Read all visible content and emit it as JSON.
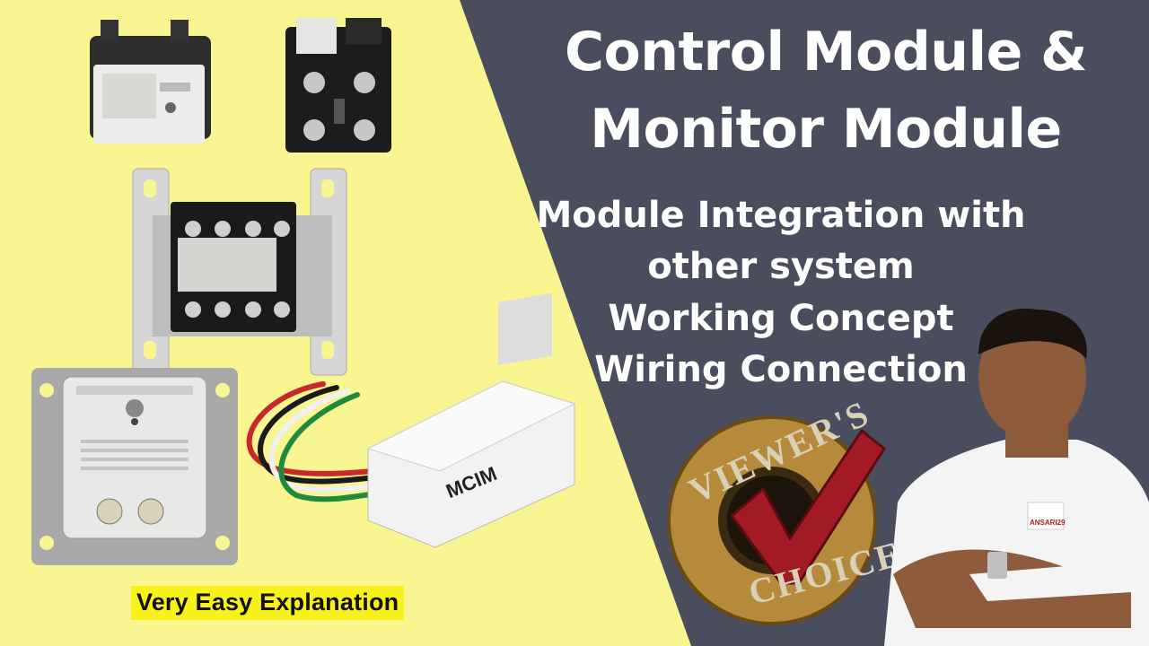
{
  "header": {
    "title_line1": "Control Module &",
    "title_line2": "Monitor Module"
  },
  "topics": [
    "Module Integration with",
    "other system",
    "Working Concept",
    "Wiring Connection"
  ],
  "footer_label": "Very Easy Explanation",
  "device": {
    "label": "MCIM"
  },
  "badge": {
    "top_text": "VIEWER'S",
    "bottom_text": "CHOICE"
  },
  "presenter": {
    "shirt_logo": "ANSARI29"
  },
  "colors": {
    "yellow_bg": "#f9f590",
    "slate_panel": "#4a4d5e",
    "highlight": "#f7f21a",
    "badge_gold": "#b58a3a",
    "check_red": "#a21a24"
  }
}
